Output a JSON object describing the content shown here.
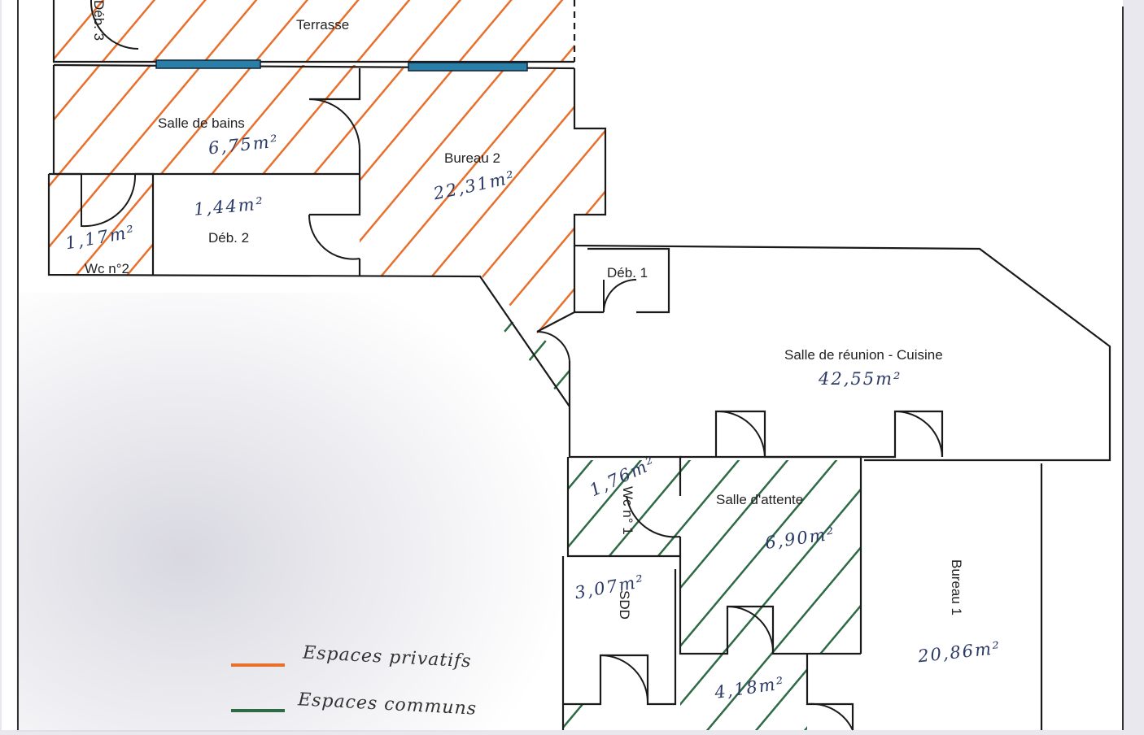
{
  "colors": {
    "private": "#e8702d",
    "common": "#2e6a45",
    "wall": "#1a1a1a",
    "window": "#2a7fa8",
    "paper": "#ffffff",
    "background": "#e9e8ee"
  },
  "rooms": {
    "terrasse": "Terrasse",
    "deb3": "Déb. 3",
    "salle_de_bains": "Salle de bains",
    "salle_de_bains_area": "6,75m²",
    "bureau2": "Bureau 2",
    "bureau2_area": "22,31m²",
    "deb2": "Déb. 2",
    "deb2_area": "1,44m²",
    "wc2": "Wc n°2",
    "wc2_area": "1,17m²",
    "deb1": "Déb. 1",
    "reunion": "Salle de réunion - Cuisine",
    "reunion_area": "42,55m²",
    "wc1": "Wc n° 1",
    "wc1_area": "1,76m²",
    "attente": "Salle d'attente",
    "attente_area": "6,90m²",
    "sdd": "SDD",
    "sdd_area": "3,07m²",
    "couloir_area": "4,18m²",
    "bureau1": "Bureau 1",
    "bureau1_area": "20,86m²"
  },
  "legend": {
    "private_label": "Espaces privatifs",
    "common_label": "Espaces communs"
  }
}
